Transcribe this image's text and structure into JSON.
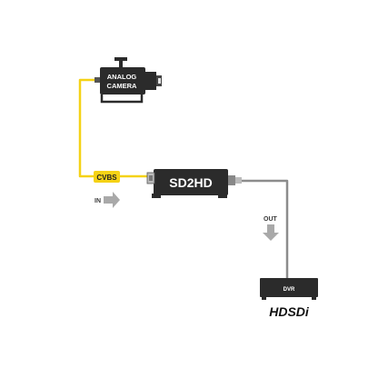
{
  "camera": {
    "line1": "ANALOG",
    "line2": "CAMERA"
  },
  "input": {
    "signal_label": "CVBS",
    "direction_label": "IN"
  },
  "converter": {
    "label": "SD2HD"
  },
  "output": {
    "direction_label": "OUT"
  },
  "dvr": {
    "label": "DVR",
    "brand": "HDSDi"
  },
  "colors": {
    "cvbs_cable": "#f5d216",
    "sdi_cable": "#8c8c8c",
    "device_body": "#2b2b2b",
    "arrow": "#a9a9a9"
  }
}
